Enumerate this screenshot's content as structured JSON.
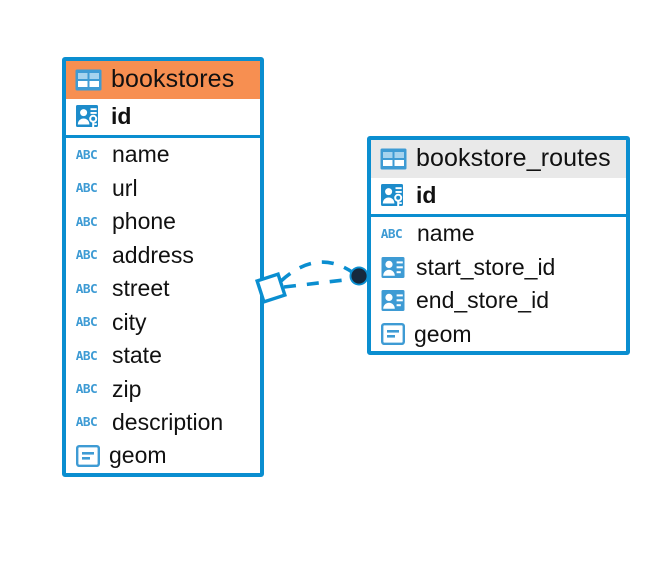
{
  "diagram": {
    "type": "entity-relationship-diagram",
    "background": "#ffffff",
    "accent_color": "#0a8ed0",
    "selected_header_color": "#f78f51",
    "unselected_header_color": "#e9e9e9",
    "text_color": "#111111",
    "icon_color": "#3e9bd4"
  },
  "entities": [
    {
      "name": "bookstores",
      "selected": true,
      "table_icon": "table-icon",
      "fields": [
        {
          "name": "id",
          "type_icon": "primary-key-icon",
          "key": "PK"
        },
        {
          "name": "name",
          "type_icon": "text-abc-icon",
          "key": ""
        },
        {
          "name": "url",
          "type_icon": "text-abc-icon",
          "key": ""
        },
        {
          "name": "phone",
          "type_icon": "text-abc-icon",
          "key": ""
        },
        {
          "name": "address",
          "type_icon": "text-abc-icon",
          "key": ""
        },
        {
          "name": "street",
          "type_icon": "text-abc-icon",
          "key": ""
        },
        {
          "name": "city",
          "type_icon": "text-abc-icon",
          "key": ""
        },
        {
          "name": "state",
          "type_icon": "text-abc-icon",
          "key": ""
        },
        {
          "name": "zip",
          "type_icon": "text-abc-icon",
          "key": ""
        },
        {
          "name": "description",
          "type_icon": "text-abc-icon",
          "key": ""
        },
        {
          "name": "geom",
          "type_icon": "geometry-icon",
          "key": ""
        }
      ]
    },
    {
      "name": "bookstore_routes",
      "selected": false,
      "table_icon": "table-icon",
      "fields": [
        {
          "name": "id",
          "type_icon": "primary-key-icon",
          "key": "PK"
        },
        {
          "name": "name",
          "type_icon": "text-abc-icon",
          "key": ""
        },
        {
          "name": "start_store_id",
          "type_icon": "foreign-key-icon",
          "key": "FK"
        },
        {
          "name": "end_store_id",
          "type_icon": "foreign-key-icon",
          "key": "FK"
        },
        {
          "name": "geom",
          "type_icon": "geometry-icon",
          "key": ""
        }
      ]
    }
  ],
  "relationship": {
    "from_entity": "bookstores",
    "to_entity": "bookstore_routes",
    "line_style": "dashed",
    "line_color": "#0a8ed0",
    "source_marker": "diamond-many-marker",
    "target_marker": "filled-circle-marker",
    "target_marker_color": "#16293d"
  },
  "labels": {
    "abc": "ABC"
  }
}
